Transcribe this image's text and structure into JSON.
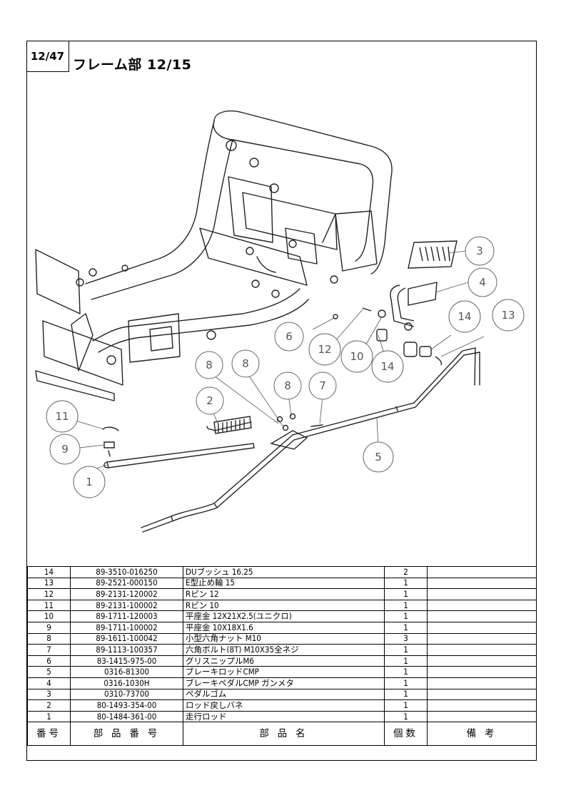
{
  "header": {
    "page_number": "12/47",
    "title": "フレーム部 12/15"
  },
  "callouts": [
    "3",
    "4",
    "14",
    "13",
    "6",
    "12",
    "10",
    "14",
    "8",
    "8",
    "8",
    "7",
    "2",
    "11",
    "9",
    "1",
    "5"
  ],
  "table": {
    "headers": {
      "no": "番号",
      "part_number": "部 品 番 号",
      "part_name": "部 品 名",
      "qty": "個数",
      "remarks": "備 考"
    },
    "rows": [
      {
        "no": "14",
        "part_number": "89-3510-016250",
        "part_name": "DUブッシュ 16.25",
        "qty": "2",
        "remarks": ""
      },
      {
        "no": "13",
        "part_number": "89-2521-000150",
        "part_name": "E型止め輪 15",
        "qty": "1",
        "remarks": ""
      },
      {
        "no": "12",
        "part_number": "89-2131-120002",
        "part_name": "Rピン 12",
        "qty": "1",
        "remarks": ""
      },
      {
        "no": "11",
        "part_number": "89-2131-100002",
        "part_name": "Rピン 10",
        "qty": "1",
        "remarks": ""
      },
      {
        "no": "10",
        "part_number": "89-1711-120003",
        "part_name": "平座金 12X21X2.5(ユニクロ)",
        "qty": "1",
        "remarks": ""
      },
      {
        "no": "9",
        "part_number": "89-1711-100002",
        "part_name": "平座金 10X18X1.6",
        "qty": "1",
        "remarks": ""
      },
      {
        "no": "8",
        "part_number": "89-1611-100042",
        "part_name": "小型六角ナット M10",
        "qty": "3",
        "remarks": ""
      },
      {
        "no": "7",
        "part_number": "89-1113-100357",
        "part_name": "六角ボルト(8T) M10X35全ネジ",
        "qty": "1",
        "remarks": ""
      },
      {
        "no": "6",
        "part_number": "83-1415-975-00",
        "part_name": "グリスニップルM6",
        "qty": "1",
        "remarks": ""
      },
      {
        "no": "5",
        "part_number": "0316-81300",
        "part_name": "ブレーキロッドCMP",
        "qty": "1",
        "remarks": ""
      },
      {
        "no": "4",
        "part_number": "0316-1030H",
        "part_name": "ブレーキペダルCMP ガンメタ",
        "qty": "1",
        "remarks": ""
      },
      {
        "no": "3",
        "part_number": "0310-73700",
        "part_name": "ペダルゴム",
        "qty": "1",
        "remarks": ""
      },
      {
        "no": "2",
        "part_number": "80-1493-354-00",
        "part_name": "ロッド戻しバネ",
        "qty": "1",
        "remarks": ""
      },
      {
        "no": "1",
        "part_number": "80-1484-361-00",
        "part_name": "走行ロッド",
        "qty": "1",
        "remarks": ""
      }
    ]
  }
}
